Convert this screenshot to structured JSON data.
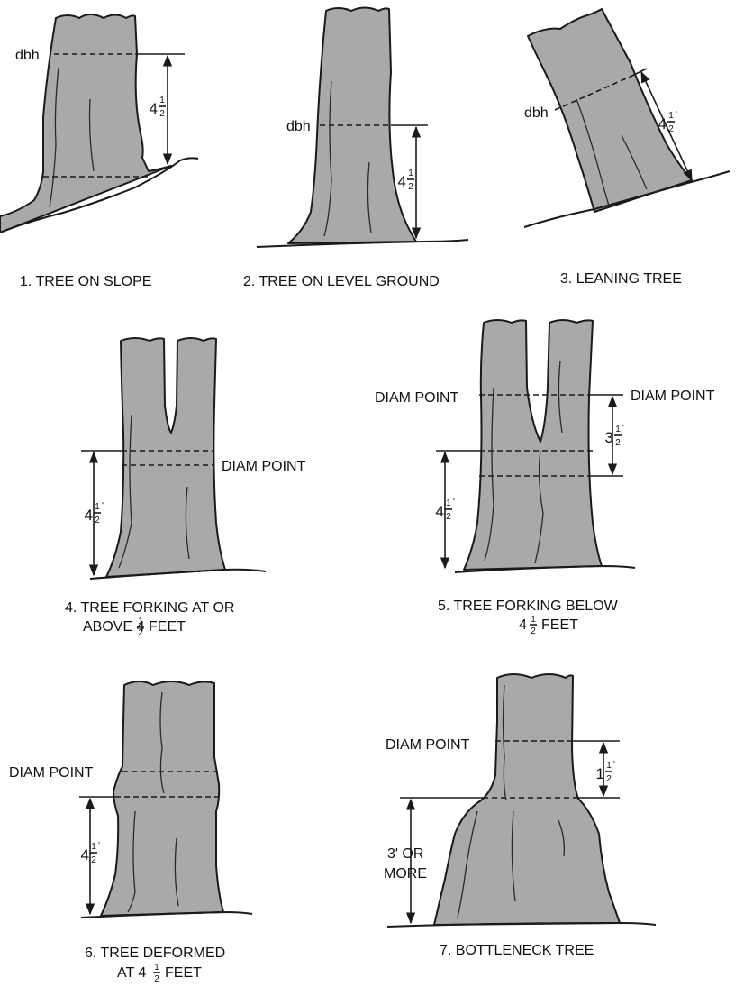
{
  "panels": [
    {
      "caption": "1. TREE ON SLOPE",
      "point_label": "dbh",
      "measure": {
        "whole": "4",
        "num": "1",
        "den": "2",
        "prime": "'"
      }
    },
    {
      "caption": "2. TREE ON LEVEL GROUND",
      "point_label": "dbh",
      "measure": {
        "whole": "4",
        "num": "1",
        "den": "2",
        "prime": "'"
      }
    },
    {
      "caption": "3. LEANING TREE",
      "point_label": "dbh",
      "measure": {
        "whole": "4",
        "num": "1",
        "den": "2",
        "prime": "'"
      }
    },
    {
      "caption_line1": "4. TREE FORKING AT OR",
      "caption_line2": {
        "text": "ABOVE 4",
        "num": "1",
        "den": "2",
        "suffix": "FEET"
      },
      "point_label": "DIAM POINT",
      "measure": {
        "whole": "4",
        "num": "1",
        "den": "2",
        "prime": "'"
      }
    },
    {
      "caption_line1": "5. TREE FORKING BELOW",
      "caption_line2": {
        "text": "4",
        "num": "1",
        "den": "2",
        "suffix": "FEET"
      },
      "point_label_left": "DIAM POINT",
      "point_label_right": "DIAM POINT",
      "measure_upper": {
        "whole": "3",
        "num": "1",
        "den": "2",
        "prime": "'"
      },
      "measure_lower": {
        "whole": "4",
        "num": "1",
        "den": "2",
        "prime": "'"
      }
    },
    {
      "caption_line1": "6. TREE DEFORMED",
      "caption_line2": {
        "text": "AT 4",
        "num": "1",
        "den": "2",
        "suffix": "FEET"
      },
      "point_label": "DIAM POINT",
      "measure": {
        "whole": "4",
        "num": "1",
        "den": "2",
        "prime": "'"
      }
    },
    {
      "caption": "7. BOTTLENECK TREE",
      "point_label": "DIAM POINT",
      "measure_upper": {
        "whole": "1",
        "num": "1",
        "den": "2",
        "prime": "'"
      },
      "measure_lower_line1": "3' OR",
      "measure_lower_line2": "MORE"
    }
  ]
}
